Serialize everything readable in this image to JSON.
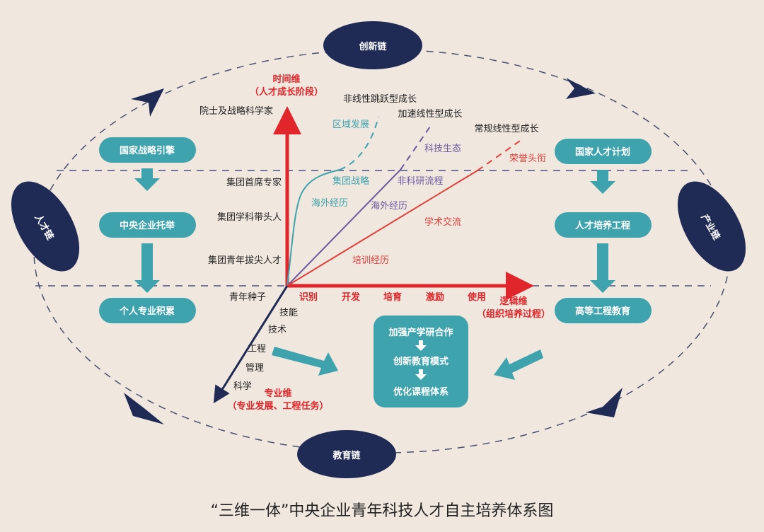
{
  "colors": {
    "background": "#f0e7df",
    "navy": "#1f2a55",
    "teal": "#3fa3ad",
    "red": "#e0262a",
    "purple": "#6a5aa0"
  },
  "chains": {
    "top": "创新链",
    "bottom": "教育链",
    "left": "人才链",
    "right": "产业链"
  },
  "left_column": [
    "国家战略引擎",
    "中央企业托举",
    "个人专业积累"
  ],
  "right_column": [
    "国家人才计划",
    "人才培养工程",
    "高等工程教育"
  ],
  "time_axis": {
    "title": "时间维",
    "subtitle": "（人才成长阶段）",
    "levels": [
      "院士及战略科学家",
      "集团首席专家",
      "集团学科带头人",
      "集团青年拔尖人才"
    ]
  },
  "logic_axis": {
    "title": "逻辑维",
    "subtitle": "（组织培养过程）",
    "steps": [
      "识别",
      "开发",
      "培育",
      "激励",
      "使用"
    ]
  },
  "profession_axis": {
    "title": "专业维",
    "subtitle": "（专业发展、工程任务）",
    "levels": [
      "青年种子",
      "技能",
      "技术",
      "工程",
      "管理",
      "科学"
    ]
  },
  "growth_curves": [
    {
      "name": "非线性跳跃型成长",
      "labels": [
        "区域发展",
        "集团战略",
        "海外经历"
      ]
    },
    {
      "name": "加速线性型成长",
      "labels": [
        "科技生态",
        "非科研流程",
        "海外经历"
      ]
    },
    {
      "name": "常规线性型成长",
      "labels": [
        "荣誉头衔",
        "学术交流",
        "培训经历"
      ]
    }
  ],
  "center_box": [
    "加强产学研合作",
    "创新教育模式",
    "优化课程体系"
  ],
  "caption": "“三维一体”中央企业青年科技人才自主培养体系图"
}
